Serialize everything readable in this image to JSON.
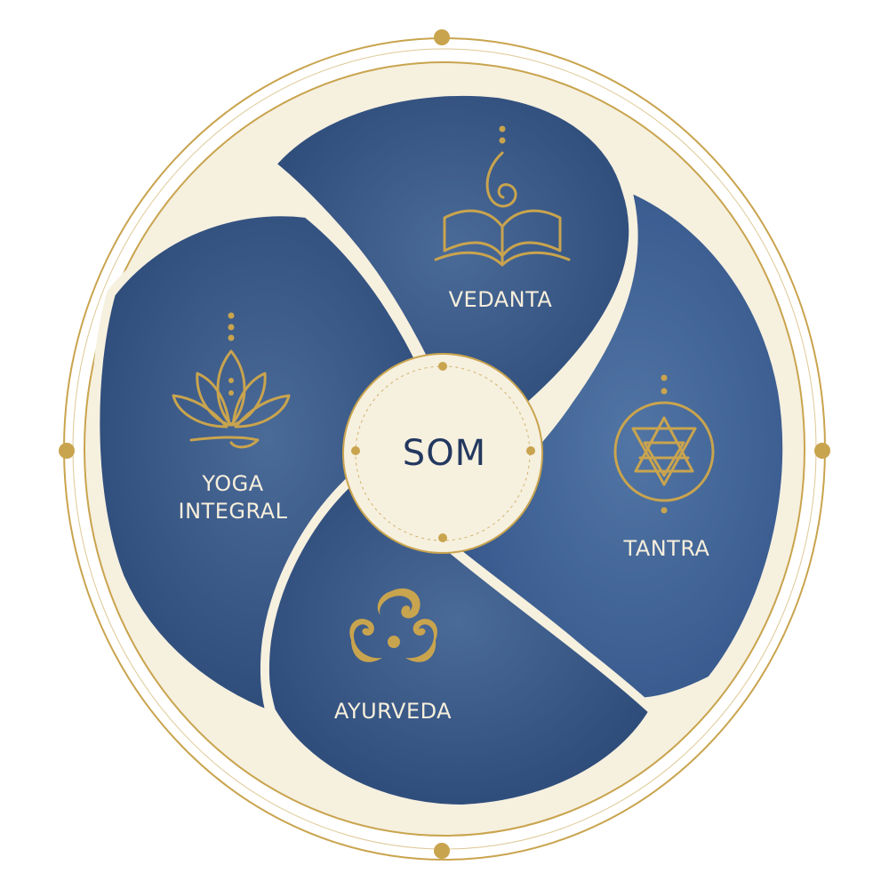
{
  "center": {
    "label": "SOM"
  },
  "segments": [
    {
      "id": "vedanta",
      "label": "VEDANTA",
      "icon": "open-book-with-spiral-icon"
    },
    {
      "id": "tantra",
      "label": "TANTRA",
      "icon": "sri-yantra-icon"
    },
    {
      "id": "ayurveda",
      "label": "AYURVEDA",
      "icon": "three-doshas-swirl-icon"
    },
    {
      "id": "yoga",
      "label_line1": "YOGA",
      "label_line2": "INTEGRAL",
      "icon": "lotus-icon"
    }
  ],
  "colors": {
    "segment": "#2f4f7e",
    "segment_light": "#4a6c9c",
    "cream": "#f6f0df",
    "gold": "#c9a44e",
    "center_text": "#23385f"
  }
}
